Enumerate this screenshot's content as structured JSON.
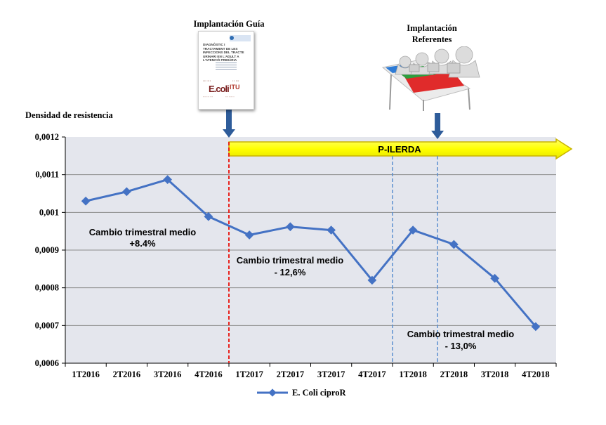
{
  "chart_data": {
    "type": "line",
    "ylabel": "Densidad de resistencia",
    "categories": [
      "1T2016",
      "2T2016",
      "3T2016",
      "4T2016",
      "1T2017",
      "2T2017",
      "3T2017",
      "4T2017",
      "1T2018",
      "2T2018",
      "3T2018",
      "4T2018"
    ],
    "series": [
      {
        "name": "E. Coli ciproR",
        "color": "#4472C4",
        "values": [
          0.00103,
          0.001055,
          0.001087,
          0.000989,
          0.00094,
          0.000962,
          0.000953,
          0.00082,
          0.000953,
          0.000915,
          0.000825,
          0.000697
        ]
      }
    ],
    "ylim": [
      0.0006,
      0.0012
    ],
    "yticks": [
      0.0006,
      0.0007,
      0.0008,
      0.0009,
      0.001,
      0.0011,
      0.0012
    ],
    "ytick_labels": [
      "0,0006",
      "0,0007",
      "0,0008",
      "0,0009",
      "0,001",
      "0,0011",
      "0,0012"
    ],
    "grid": true,
    "legend_position": "bottom",
    "plot_background": "#E4E6ED",
    "annotations": {
      "guide": {
        "label": "Implantación Guía",
        "at_index": 3.5,
        "line_color": "#E8211C"
      },
      "referents": {
        "label": [
          "Implantación",
          "Referentes"
        ],
        "at_index": 8.6
      },
      "divider_1": {
        "at_index": 7.5,
        "line_color": "#5B8FD0"
      },
      "program_bar": {
        "label": "P-ILERDA",
        "start_index": 3.5,
        "fill": "#FFFF00",
        "stroke": "#C9B400"
      },
      "period_1": {
        "lines": [
          "Cambio trimestral medio",
          "+8.4%"
        ]
      },
      "period_2": {
        "lines": [
          "Cambio trimestral medio",
          "- 12,6%"
        ]
      },
      "period_3": {
        "lines": [
          "Cambio trimestral medio",
          "- 13,0%"
        ]
      }
    }
  },
  "guide_document": {
    "title_lines": [
      "Diagnòstic i",
      "tractament de les",
      "infeccions del tracte",
      "urinari en l'adult a",
      "l'atenció primària"
    ],
    "cloud_words": [
      "E.coli",
      "ITU"
    ]
  },
  "colors": {
    "arrow": "#2E5C9A",
    "axis": "#000000",
    "grid": "#8C8C8C"
  }
}
